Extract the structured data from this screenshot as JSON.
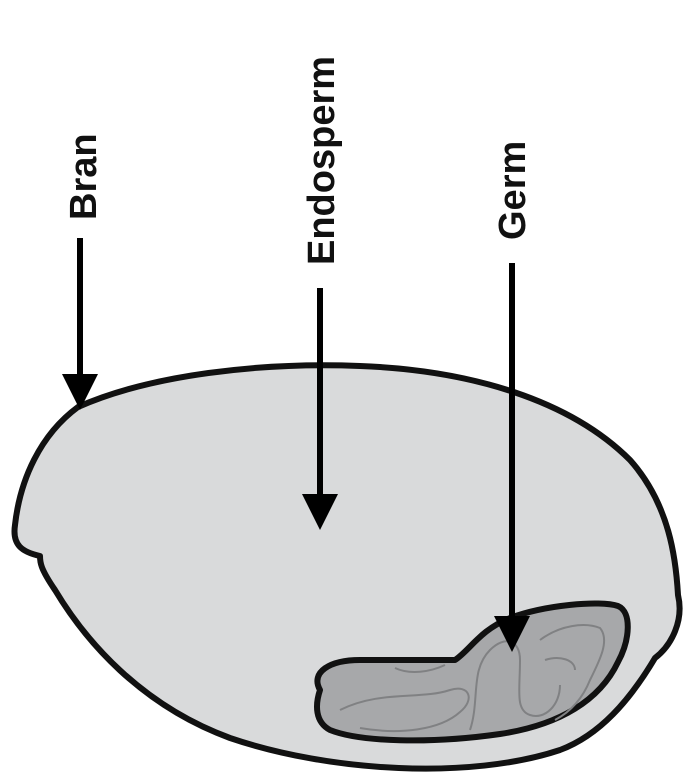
{
  "diagram": {
    "labels": {
      "bran": "Bran",
      "endosperm": "Endosperm",
      "germ": "Germ"
    },
    "colors": {
      "grain_fill": "#d9dadb",
      "germ_fill": "#a7a8aa",
      "germ_veins": "#808183",
      "outline": "#111111",
      "arrow": "#000000"
    }
  }
}
